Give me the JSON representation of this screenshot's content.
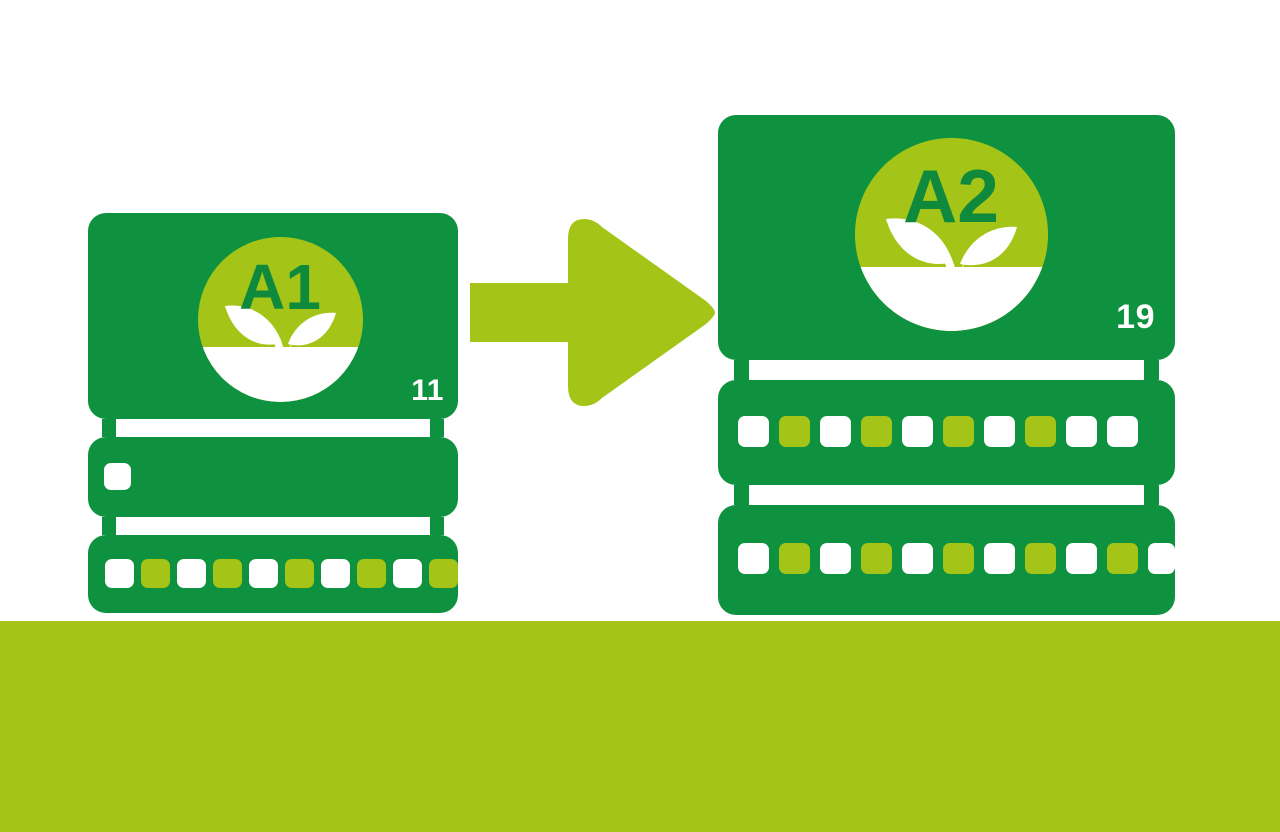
{
  "scene": {
    "title": "Server capacity upgrade from A1 to A2",
    "background_color": "#ffffff",
    "ground_band_color": "#a4c517"
  },
  "palette": {
    "dark_green": "#0f9240",
    "lime_green": "#a4c517",
    "white": "#ffffff"
  },
  "arrow": {
    "name": "upgrade-arrow",
    "direction": "right",
    "color": "#a4c517"
  },
  "servers": [
    {
      "id": "server-a1",
      "badge_label": "A1",
      "badge_icon": "seedling-plant-icon",
      "unit_number": "11",
      "units": [
        {
          "id": "a1-head-unit",
          "kind": "head",
          "slots": []
        },
        {
          "id": "a1-middle-unit",
          "kind": "drive-bay",
          "slots": [
            "white"
          ]
        },
        {
          "id": "a1-bottom-unit",
          "kind": "drive-bay",
          "slots": [
            "white",
            "lime",
            "white",
            "lime",
            "white",
            "lime",
            "white",
            "lime",
            "white",
            "lime"
          ]
        }
      ]
    },
    {
      "id": "server-a2",
      "badge_label": "A2",
      "badge_icon": "seedling-plant-icon",
      "unit_number": "19",
      "units": [
        {
          "id": "a2-head-unit",
          "kind": "head",
          "slots": []
        },
        {
          "id": "a2-middle-unit",
          "kind": "drive-bay",
          "slots": [
            "white",
            "lime",
            "white",
            "lime",
            "white",
            "lime",
            "white",
            "lime",
            "white",
            "white"
          ]
        },
        {
          "id": "a2-bottom-unit",
          "kind": "drive-bay",
          "slots": [
            "white",
            "lime",
            "white",
            "lime",
            "white",
            "lime",
            "white",
            "lime",
            "white",
            "lime",
            "white"
          ]
        }
      ]
    }
  ]
}
